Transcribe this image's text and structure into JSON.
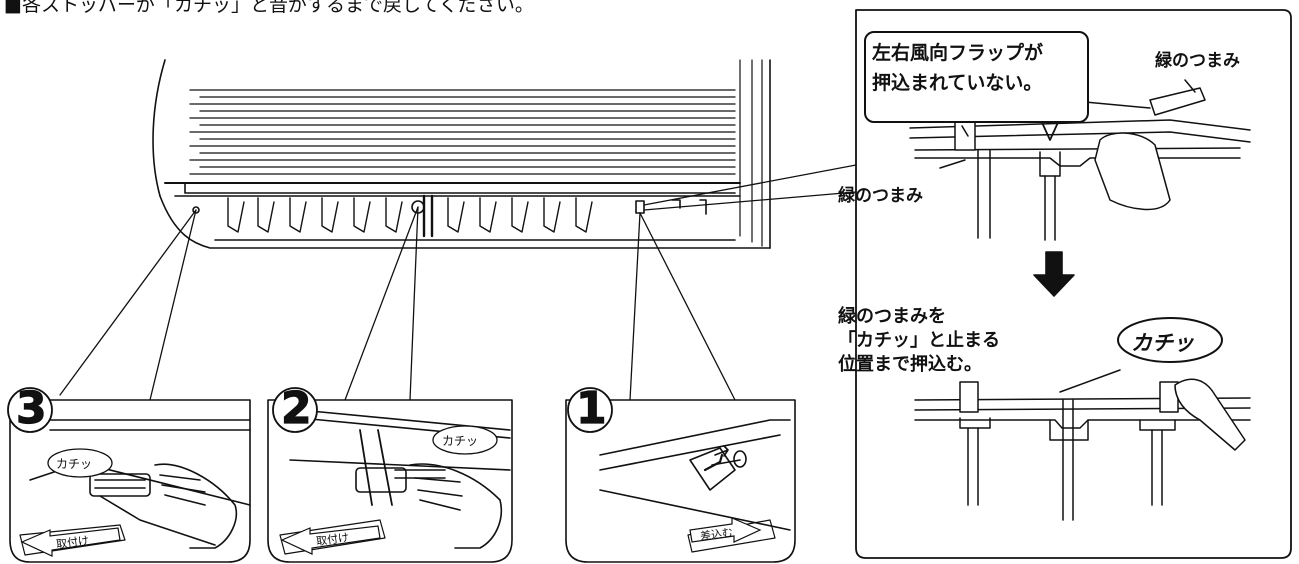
{
  "instruction_text": "■各ストッパーが「カチッ」と音がするまで戻してください。",
  "detail_panel": {
    "callout_lines": [
      "左右風向フラップが",
      "押込まれていない。"
    ],
    "green_knob_right": "緑のつまみ",
    "green_knob_left": "緑のつまみ",
    "push_instruction_lines": [
      "緑のつまみを",
      "「カチッ」と止まる",
      "位置まで押込む。"
    ],
    "click_sound_big": "カチッ"
  },
  "steps": [
    {
      "number": "3",
      "sound": "カチッ",
      "tag": "取付け"
    },
    {
      "number": "2",
      "sound": "カチッ",
      "tag": "取付け"
    },
    {
      "number": "1",
      "tag": "差込む"
    }
  ],
  "colors": {
    "line": "#111111",
    "background": "#ffffff"
  }
}
